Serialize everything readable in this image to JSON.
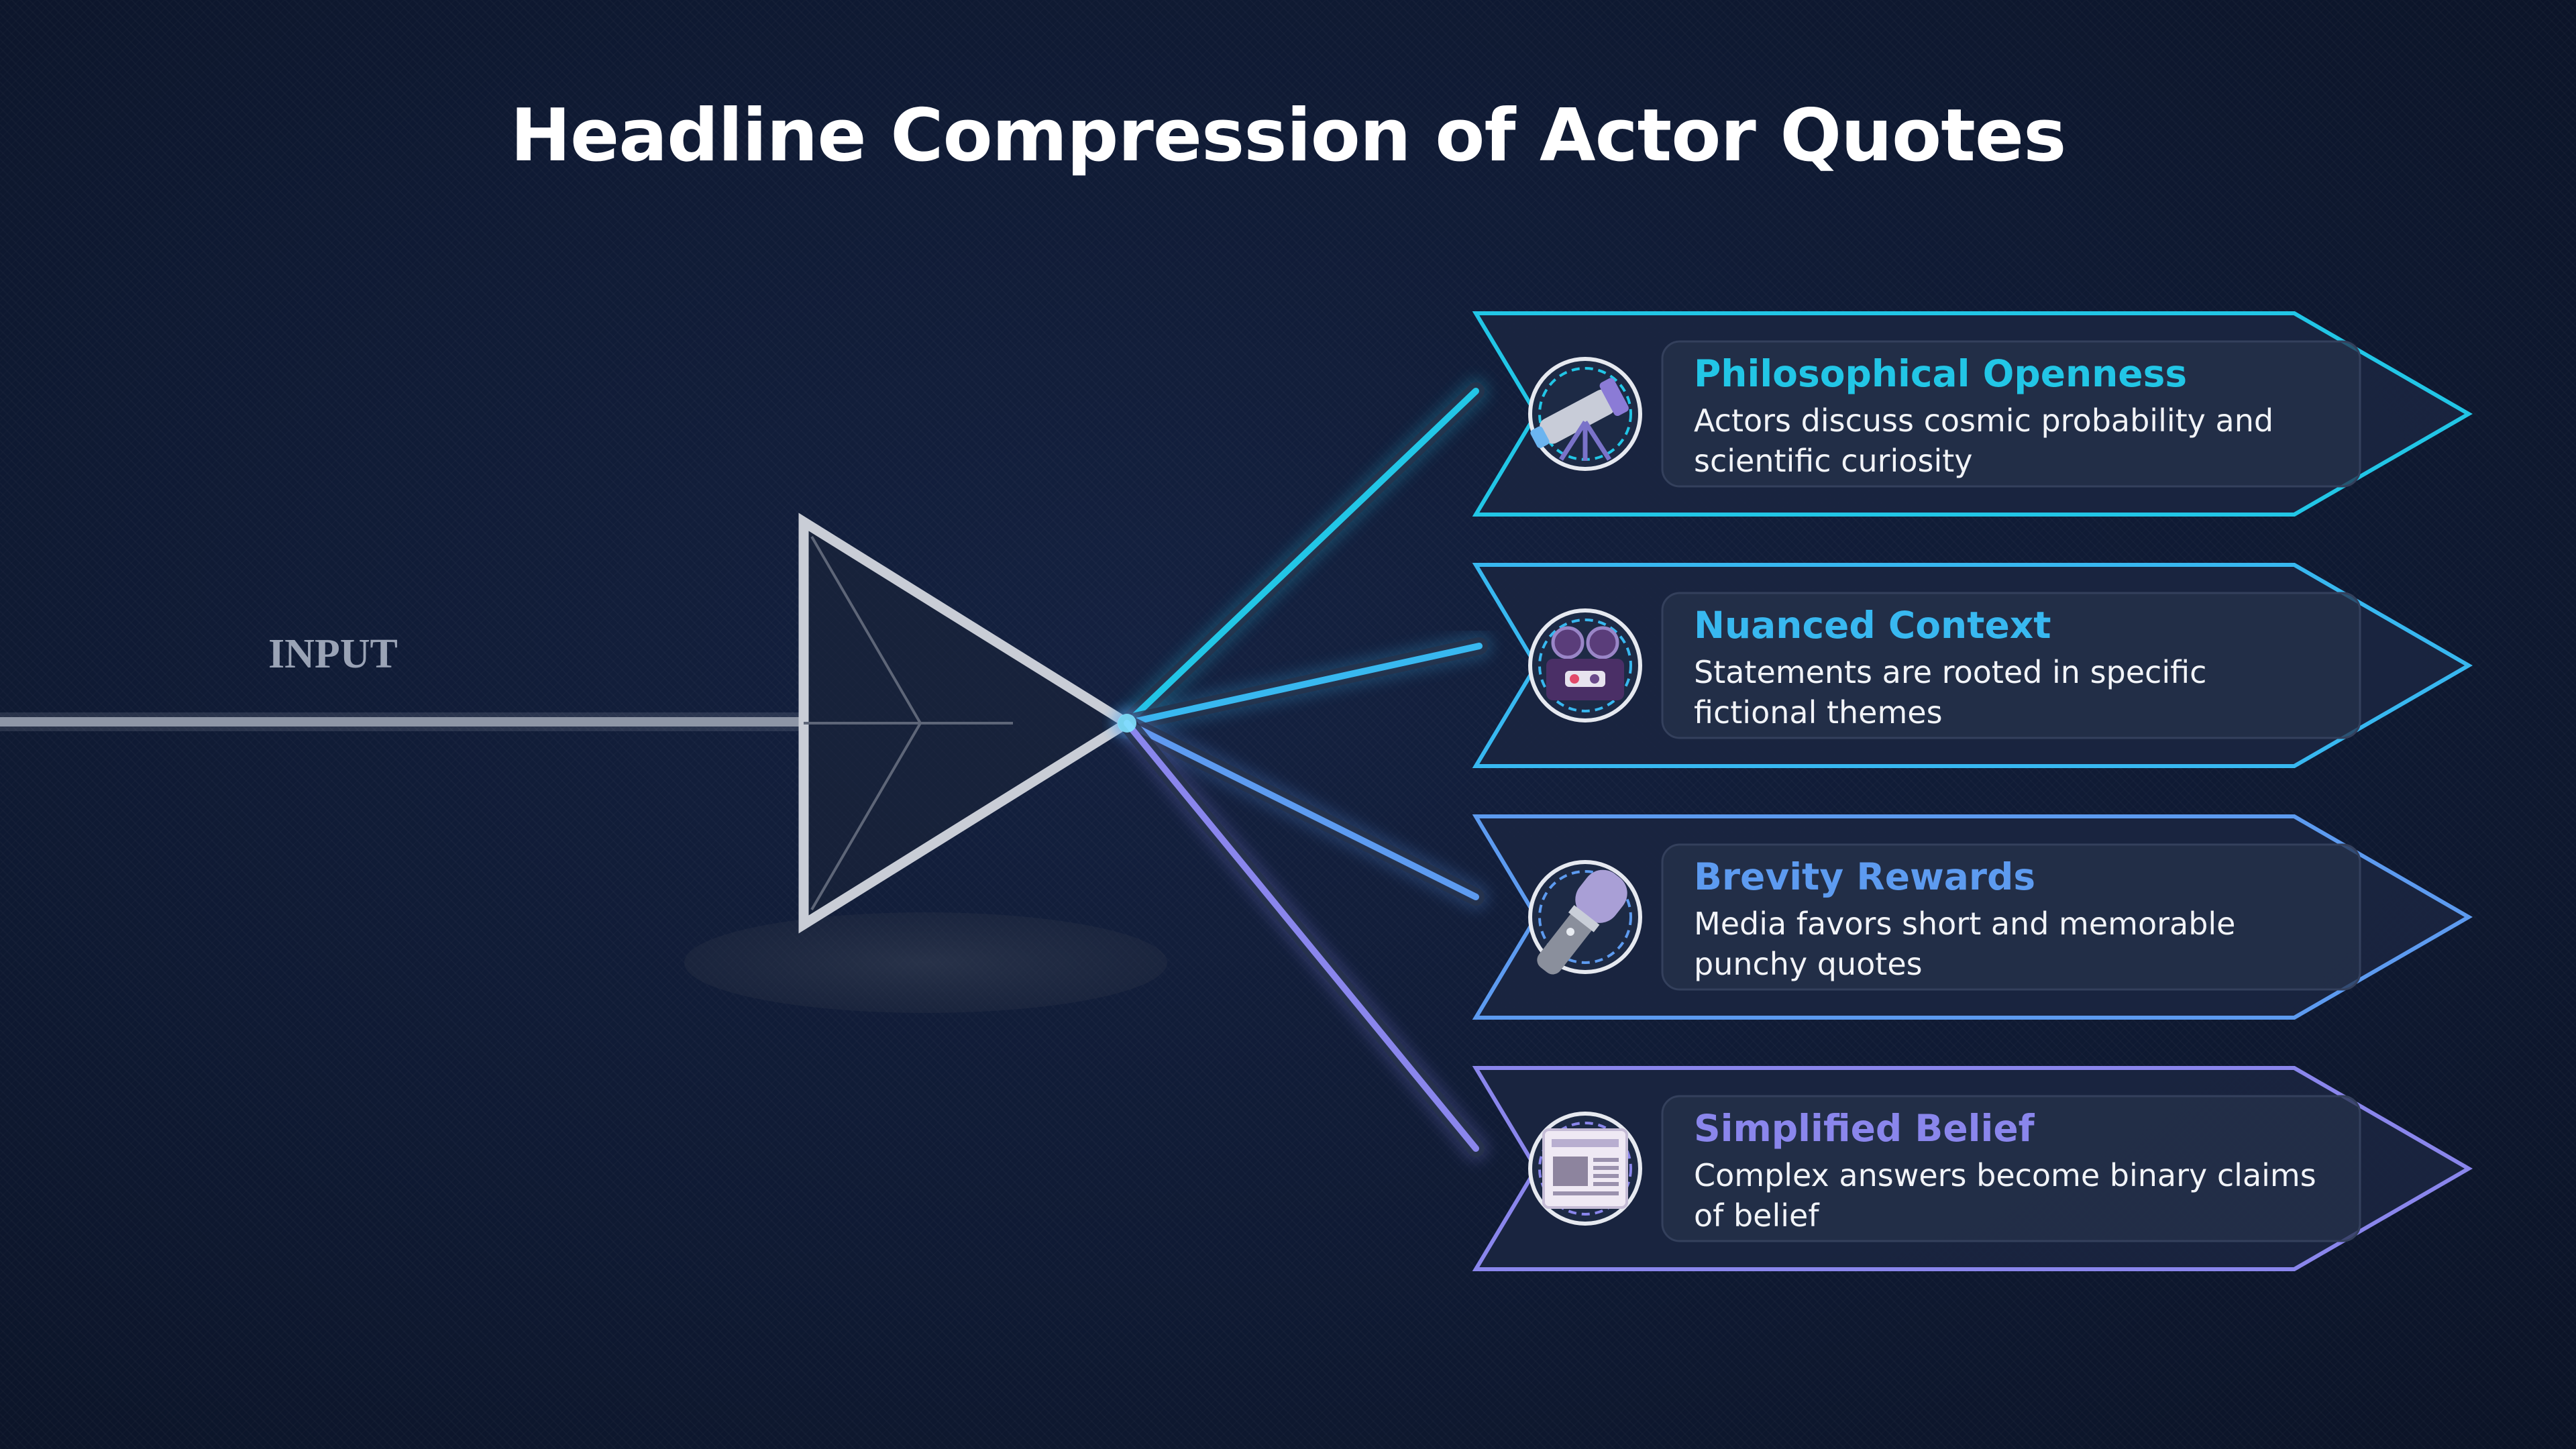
{
  "title": "Headline Compression of Actor Quotes",
  "input_label": "INPUT",
  "colors": {
    "background": "#0f1a33",
    "prism_stroke": "#c9cdd6",
    "beam": "#8e96a6"
  },
  "outputs": [
    {
      "title": "Philosophical Openness",
      "description": "Actors discuss cosmic probability and scientific curiosity",
      "icon": "telescope-icon",
      "color": "#22c6e6"
    },
    {
      "title": "Nuanced Context",
      "description": "Statements are rooted in specific fictional themes",
      "icon": "film-projector-icon",
      "color": "#38b8f0"
    },
    {
      "title": "Brevity Rewards",
      "description": "Media favors short and memorable punchy quotes",
      "icon": "microphone-icon",
      "color": "#5d9bf0"
    },
    {
      "title": "Simplified Belief",
      "description": "Complex answers become binary claims of belief",
      "icon": "newspaper-icon",
      "color": "#8a86ec"
    }
  ]
}
